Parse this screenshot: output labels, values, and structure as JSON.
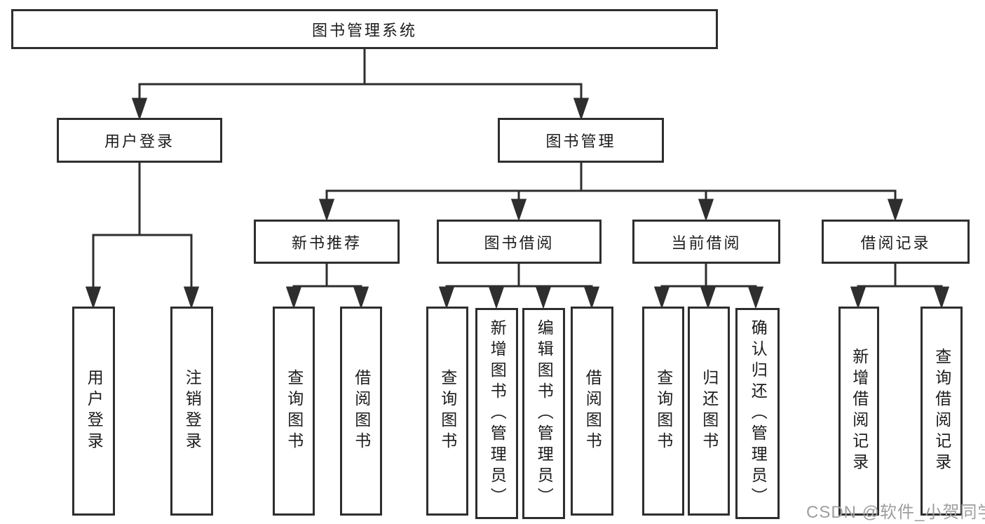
{
  "diagram": {
    "root": "图书管理系统",
    "user_login": {
      "label": "用户登录",
      "children": [
        "用户登录",
        "注销登录"
      ]
    },
    "book_mgmt": {
      "label": "图书管理",
      "sections": [
        {
          "label": "新书推荐",
          "children": [
            "查询图书",
            "借阅图书"
          ]
        },
        {
          "label": "图书借阅",
          "children": [
            "查询图书",
            "新增图书（管理员）",
            "编辑图书（管理员）",
            "借阅图书"
          ]
        },
        {
          "label": "当前借阅",
          "children": [
            "查询图书",
            "归还图书",
            "确认归还（管理员）"
          ]
        },
        {
          "label": "借阅记录",
          "children": [
            "新增借阅记录",
            "查询借阅记录"
          ]
        }
      ]
    }
  },
  "watermark": {
    "text": "CSDN @软件_小贺同学",
    "color": "#9e9e9e"
  },
  "colors": {
    "line": "#2e2e2e",
    "text": "#1c1c1c",
    "background": "#ffffff"
  }
}
